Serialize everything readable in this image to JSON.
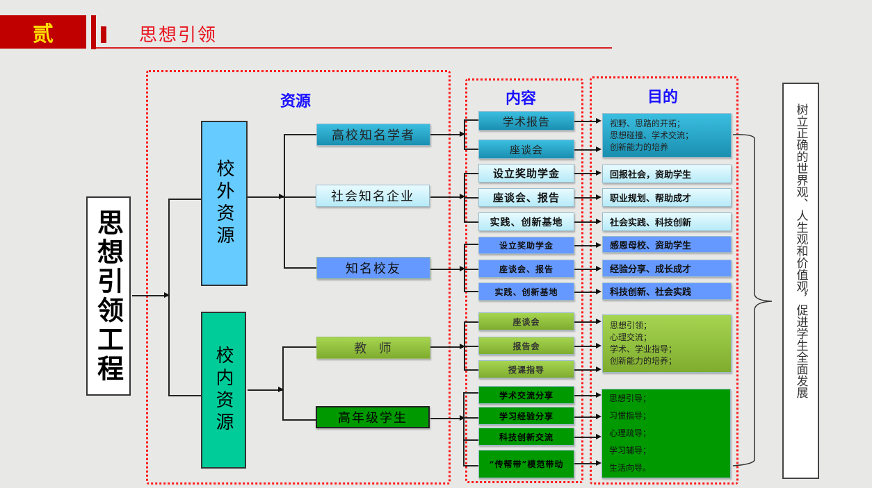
{
  "header": {
    "section_number": "贰",
    "title": "思想引领"
  },
  "colors": {
    "header_red": "#c00000",
    "section_title_blue": "#1a10ff",
    "dotted_frame_red": "#ff1a1a",
    "external_resource": "#66ccff",
    "internal_resource": "#00cc99",
    "teal_box": "#2aa8cc",
    "light_blue_box": "#c8f0fa",
    "blue_box": "#6699ff",
    "light_green_box": "#94c441",
    "dark_green_box": "#009900"
  },
  "diagram": {
    "root": "思想引领工程",
    "sections": {
      "resources": "资源",
      "content": "内容",
      "purpose": "目的"
    },
    "categories": {
      "external": "校外资源",
      "internal": "校内资源"
    },
    "sources": [
      {
        "label": "高校知名学者",
        "category": "external"
      },
      {
        "label": "社会知名企业",
        "category": "external"
      },
      {
        "label": "知名校友",
        "category": "external"
      },
      {
        "label": "教  师",
        "category": "internal"
      },
      {
        "label": "高年级学生",
        "category": "internal"
      }
    ],
    "contents": [
      {
        "label": "学术报告",
        "source": 0
      },
      {
        "label": "座谈会",
        "source": 0
      },
      {
        "label": "设立奖助学金",
        "source": 1
      },
      {
        "label": "座谈会、报告",
        "source": 1
      },
      {
        "label": "实践、创新基地",
        "source": 1
      },
      {
        "label": "设立奖助学金",
        "source": 2
      },
      {
        "label": "座谈会、报告",
        "source": 2
      },
      {
        "label": "实践、创新基地",
        "source": 2
      },
      {
        "label": "座谈会",
        "source": 3
      },
      {
        "label": "报告会",
        "source": 3
      },
      {
        "label": "授课指导",
        "source": 3
      },
      {
        "label": "学术交流分享",
        "source": 4
      },
      {
        "label": "学习经验分享",
        "source": 4
      },
      {
        "label": "科技创新交流",
        "source": 4
      },
      {
        "label": "“传帮带”模范带动",
        "source": 4
      }
    ],
    "purposes": [
      {
        "lines": [
          "视野、思路的开拓；",
          "思想碰撞、学术交流；",
          "创新能力的培养"
        ]
      },
      {
        "lines": [
          "回报社会，资助学生"
        ]
      },
      {
        "lines": [
          "职业规划、帮助成才"
        ]
      },
      {
        "lines": [
          "社会实践、科技创新"
        ]
      },
      {
        "lines": [
          "感恩母校、资助学生"
        ]
      },
      {
        "lines": [
          "经验分享、成长成才"
        ]
      },
      {
        "lines": [
          "科技创新、社会实践"
        ]
      },
      {
        "lines": [
          "思想引领；",
          "心理交流；",
          "学术、学业指导；",
          "创新能力的培养；"
        ]
      },
      {
        "lines": [
          "思想引导；",
          "习惯指导；",
          "心理疏导；",
          "学习辅导；",
          "生活向导。"
        ]
      }
    ],
    "goal": "树立正确的世界观、人生观和价值观，促进学生全面发展"
  }
}
